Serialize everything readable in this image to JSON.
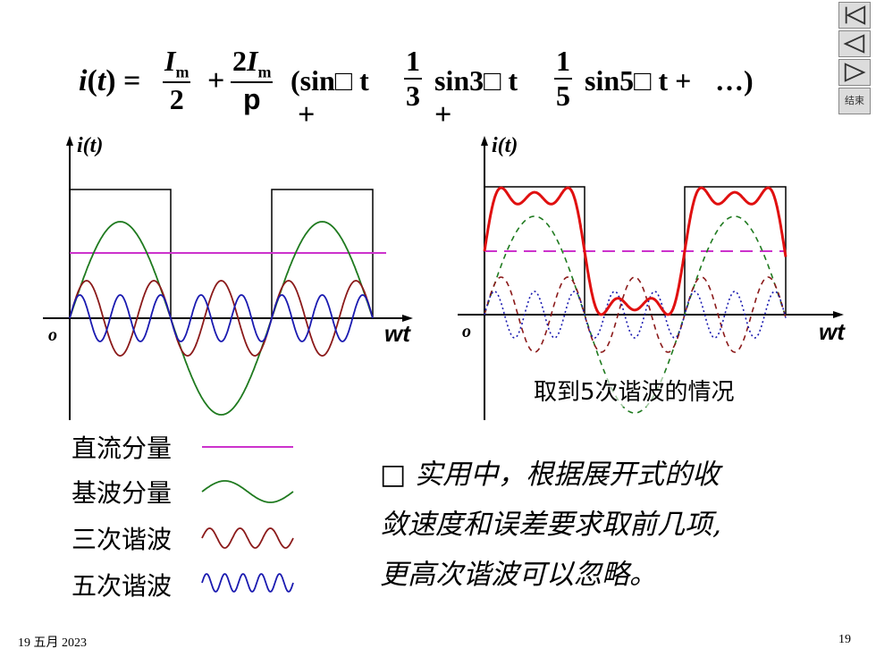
{
  "formula": {
    "lhs": "i(t) =",
    "frac1": {
      "num": "I",
      "sub": "m",
      "den": "2"
    },
    "plus1": "+",
    "frac2": {
      "num": "2I",
      "sub": "m",
      "den": "p"
    },
    "term1": "(sin□ t",
    "plus2": "+",
    "frac3": {
      "num": "1",
      "den": "3"
    },
    "term2": "sin3□ t",
    "plus3": "+",
    "frac4": {
      "num": "1",
      "den": "5"
    },
    "term3": "sin5□ t +",
    "ellipsis": "…)"
  },
  "nav": {
    "end_label": "结束"
  },
  "left_chart": {
    "ylabel": "i(t)",
    "origin": "o",
    "xlabel": "wt"
  },
  "right_chart": {
    "ylabel": "i(t)",
    "origin": "o",
    "xlabel": "wt",
    "caption": "取到5次谐波的情况"
  },
  "legend": [
    {
      "label": "直流分量",
      "color": "#cc33cc"
    },
    {
      "label": "基波分量",
      "color": "#1f7a1f"
    },
    {
      "label": "三次谐波",
      "color": "#8b1a1a"
    },
    {
      "label": "五次谐波",
      "color": "#1a1ab0"
    }
  ],
  "note": {
    "bullet": "□",
    "line1": "实用中，根据展开式的收",
    "line2": "敛速度和误差要求取前几项,",
    "line3": "更高次谐波可以忽略。"
  },
  "footer": {
    "date": "19 五月 2023",
    "page": "19"
  },
  "chart_data": [
    {
      "type": "line",
      "title": "",
      "xlabel": "wt",
      "ylabel": "i(t)",
      "series": [
        {
          "name": "直流分量",
          "values": []
        },
        {
          "name": "基波分量",
          "values": []
        },
        {
          "name": "三次谐波",
          "values": []
        },
        {
          "name": "五次谐波",
          "values": []
        }
      ]
    },
    {
      "type": "line",
      "title": "取到5次谐波的情况",
      "xlabel": "wt",
      "ylabel": "i(t)",
      "series": []
    }
  ]
}
